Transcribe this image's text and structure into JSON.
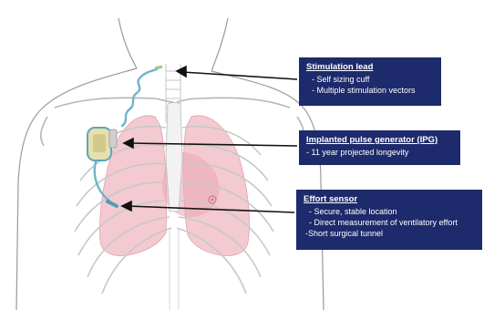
{
  "callouts": {
    "lead": {
      "title": "Stimulation lead",
      "items": [
        "- Self sizing cuff",
        "- Multiple stimulation vectors"
      ]
    },
    "ipg": {
      "title": "Implanted pulse generator (IPG)",
      "items": [
        "- 11 year projected longevity"
      ]
    },
    "sensor": {
      "title": "Effort sensor",
      "items": [
        "- Secure, stable location",
        "- Direct measurement of ventilatory effort",
        "-Short surgical tunnel"
      ]
    }
  },
  "colors": {
    "callout_bg": "#1d2a6b",
    "lead": "#6fb5c8",
    "lung": "#efb8c2",
    "outline": "#9a9a9a"
  }
}
